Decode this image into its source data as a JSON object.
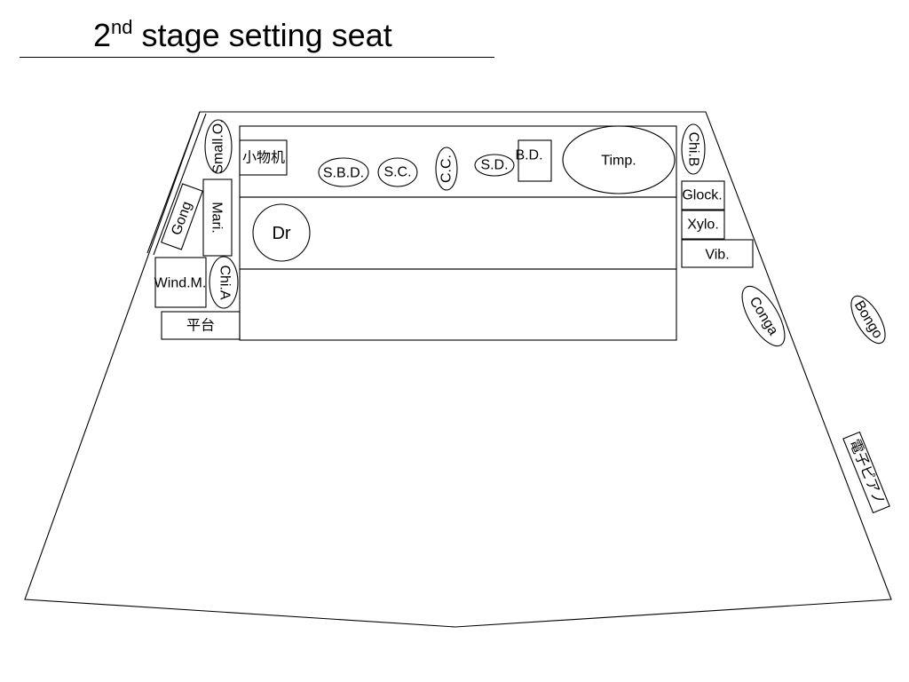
{
  "title": {
    "prefix": "2",
    "superscript": "nd",
    "text": " stage setting seat"
  },
  "labels": {
    "small_o": "Small.O.",
    "komono": "小物机",
    "sbd": "S.B.D.",
    "sc": "S.C.",
    "cc": "C.C.",
    "sd": "S.D.",
    "bd": "B.D.",
    "timp": "Timp.",
    "chi_b": "Chi.B",
    "gong": "Gong",
    "mari": "Mari.",
    "dr": "Dr",
    "glock": "Glock.",
    "xylo": "Xylo.",
    "vib": "Vib.",
    "wind_m": "Wind.M.",
    "chi_a": "Chi.A",
    "heidai": "平台",
    "conga": "Conga",
    "bongo": "Bongo",
    "denshi_piano": "電子ピアノ"
  },
  "colors": {
    "stroke": "#000000",
    "background": "#ffffff"
  }
}
